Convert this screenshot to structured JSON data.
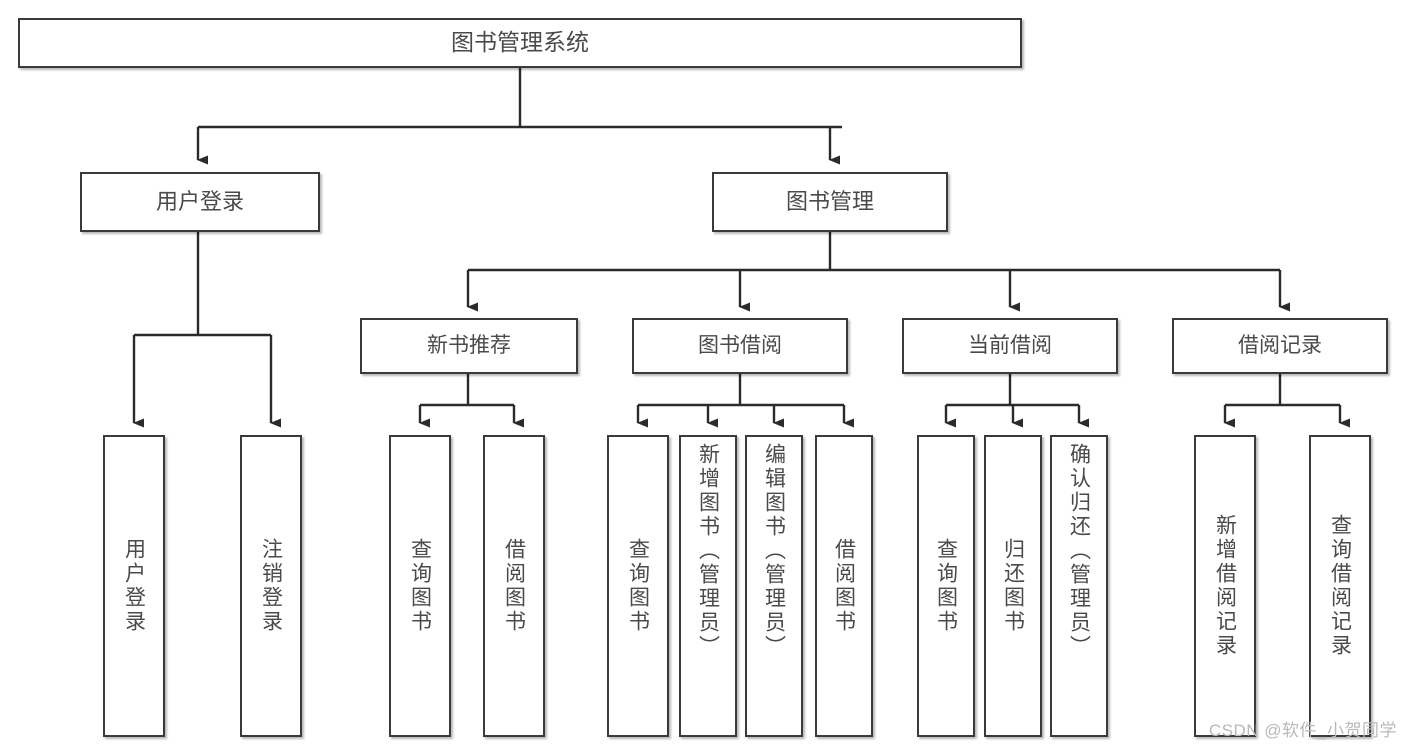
{
  "diagram": {
    "type": "tree",
    "title": "图书管理系统",
    "watermark": "CSDN @软件_小贺同学",
    "colors": {
      "box_border": "#3a3a3a",
      "box_fill": "#ffffff",
      "text": "#4a4a4a",
      "edge": "#2b2b2b",
      "watermark": "#b9b9b9",
      "background": "#ffffff"
    },
    "root": {
      "label": "图书管理系统"
    },
    "level1": [
      {
        "label": "用户登录"
      },
      {
        "label": "图书管理"
      }
    ],
    "level2": [
      {
        "label": "新书推荐"
      },
      {
        "label": "图书借阅"
      },
      {
        "label": "当前借阅"
      },
      {
        "label": "借阅记录"
      }
    ],
    "leaves": {
      "user_login": [
        {
          "label": "用户登录"
        },
        {
          "label": "注销登录"
        }
      ],
      "new_book_recommend": [
        {
          "label": "查询图书"
        },
        {
          "label": "借阅图书"
        }
      ],
      "book_borrow": [
        {
          "label": "查询图书"
        },
        {
          "label": "新增图书（管理员）"
        },
        {
          "label": "编辑图书（管理员）"
        },
        {
          "label": "借阅图书"
        }
      ],
      "current_borrow": [
        {
          "label": "查询图书"
        },
        {
          "label": "归还图书"
        },
        {
          "label": "确认归还（管理员）"
        }
      ],
      "borrow_record": [
        {
          "label": "新增借阅记录"
        },
        {
          "label": "查询借阅记录"
        }
      ]
    }
  }
}
